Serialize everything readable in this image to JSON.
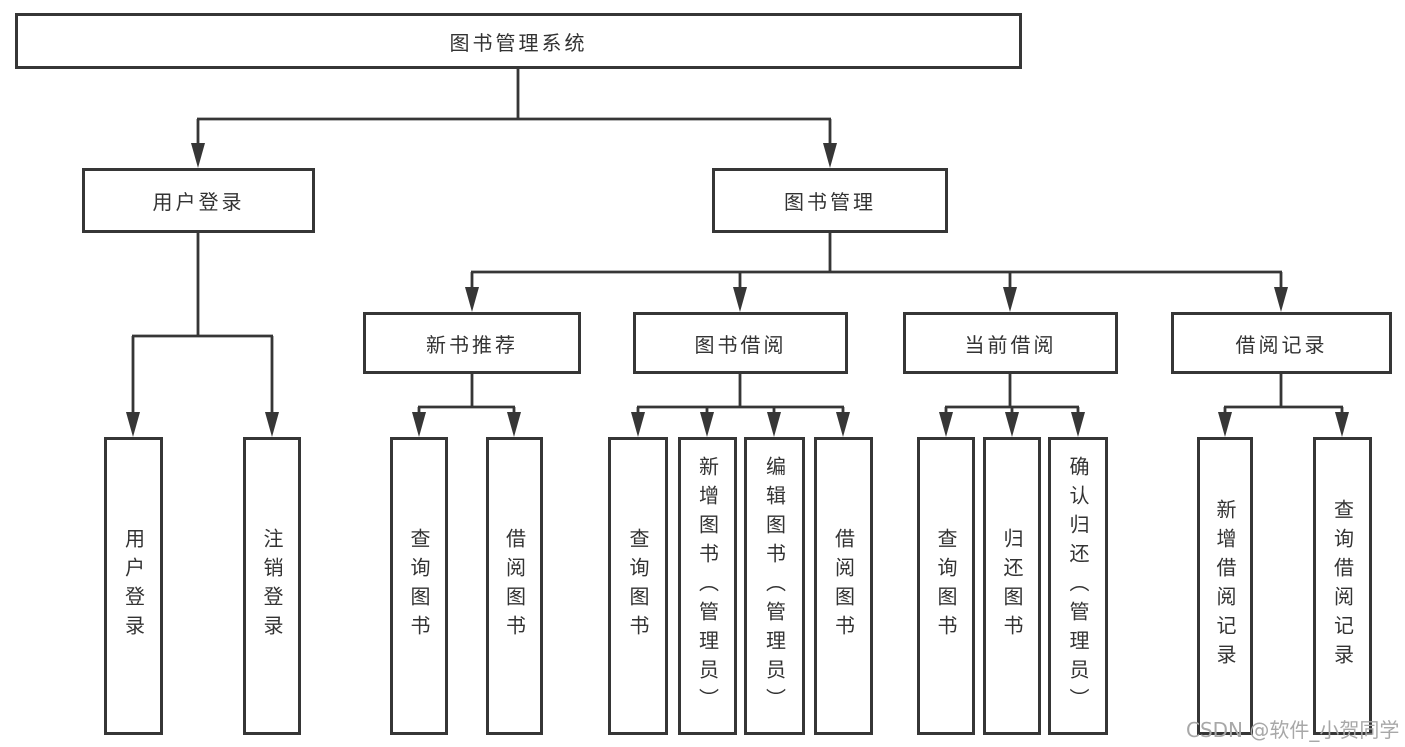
{
  "colors": {
    "line": "#363636",
    "text": "#333333",
    "box_background": "#ffffff",
    "watermark": "#a8a8a8"
  },
  "watermark": "CSDN @软件_小贺同学",
  "nodes": {
    "root": "图书管理系统",
    "user_login": "用户登录",
    "book_mgmt": "图书管理",
    "new_book": "新书推荐",
    "book_borrow": "图书借阅",
    "current_borrow": "当前借阅",
    "borrow_record": "借阅记录",
    "ul_login": "用户登录",
    "ul_logout": "注销登录",
    "nb_query": "查询图书",
    "nb_borrow": "借阅图书",
    "bb_query": "查询图书",
    "bb_add": "新增图书（管理员）",
    "bb_edit": "编辑图书（管理员）",
    "bb_borrow": "借阅图书",
    "cb_query": "查询图书",
    "cb_return": "归还图书",
    "cb_confirm": "确认归还（管理员）",
    "br_add": "新增借阅记录",
    "br_query": "查询借阅记录"
  }
}
